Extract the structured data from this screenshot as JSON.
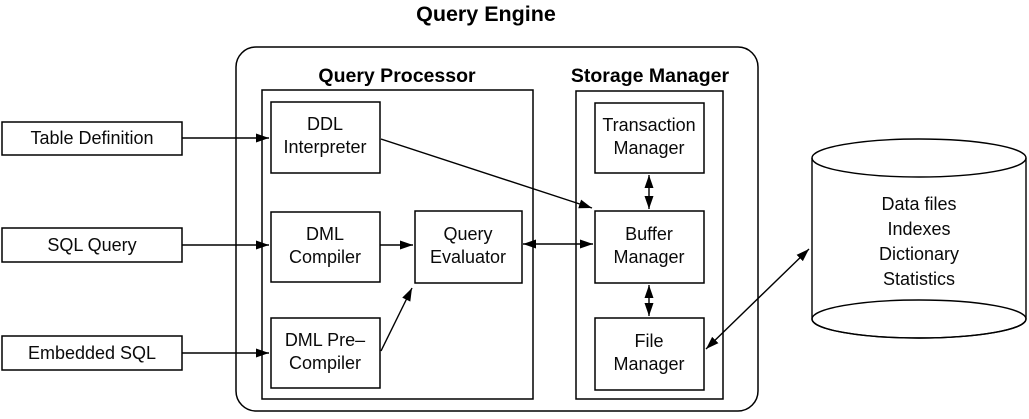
{
  "title": "Query Engine",
  "sections": {
    "query_processor": "Query Processor",
    "storage_manager": "Storage Manager"
  },
  "inputs": {
    "table_definition": "Table Definition",
    "sql_query": "SQL Query",
    "embedded_sql": "Embedded SQL"
  },
  "components": {
    "ddl_interpreter": {
      "line1": "DDL",
      "line2": "Interpreter"
    },
    "dml_compiler": {
      "line1": "DML",
      "line2": "Compiler"
    },
    "dml_precompiler": {
      "line1": "DML Pre–",
      "line2": "Compiler"
    },
    "query_evaluator": {
      "line1": "Query",
      "line2": "Evaluator"
    },
    "transaction_manager": {
      "line1": "Transaction",
      "line2": "Manager"
    },
    "buffer_manager": {
      "line1": "Buffer",
      "line2": "Manager"
    },
    "file_manager": {
      "line1": "File",
      "line2": "Manager"
    }
  },
  "datastore": {
    "line1": "Data files",
    "line2": "Indexes",
    "line3": "Dictionary",
    "line4": "Statistics"
  },
  "edges": [
    {
      "from": "table_definition",
      "to": "ddl_interpreter",
      "bidirectional": false
    },
    {
      "from": "sql_query",
      "to": "dml_compiler",
      "bidirectional": false
    },
    {
      "from": "embedded_sql",
      "to": "dml_precompiler",
      "bidirectional": false
    },
    {
      "from": "dml_compiler",
      "to": "query_evaluator",
      "bidirectional": false
    },
    {
      "from": "dml_precompiler",
      "to": "query_evaluator",
      "bidirectional": false
    },
    {
      "from": "ddl_interpreter",
      "to": "buffer_manager",
      "bidirectional": false
    },
    {
      "from": "query_evaluator",
      "to": "buffer_manager",
      "bidirectional": true
    },
    {
      "from": "transaction_manager",
      "to": "buffer_manager",
      "bidirectional": true
    },
    {
      "from": "buffer_manager",
      "to": "file_manager",
      "bidirectional": true
    },
    {
      "from": "file_manager",
      "to": "datastore",
      "bidirectional": true
    }
  ],
  "colors": {
    "stroke": "#000000",
    "background": "#ffffff",
    "text": "#0a0a0a"
  }
}
